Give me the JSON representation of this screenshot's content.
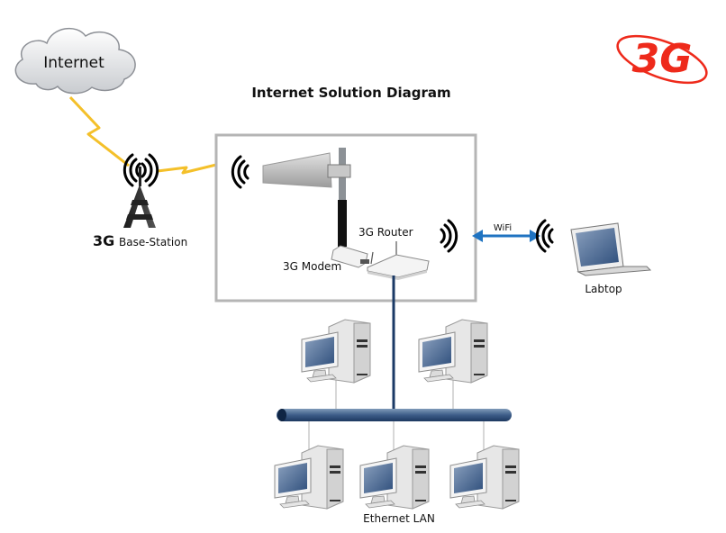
{
  "title": "Internet Solution Diagram",
  "logo": {
    "text": "3G",
    "color": "#ee2a1b"
  },
  "nodes": {
    "internet": {
      "label": "Internet",
      "icon": "cloud-icon"
    },
    "base_station": {
      "prefix": "3G",
      "label": "Base-Station",
      "icon": "cell-tower-icon"
    },
    "antenna": {
      "icon": "panel-antenna-icon"
    },
    "modem": {
      "label": "3G Modem",
      "icon": "usb-modem-icon"
    },
    "router": {
      "label": "3G Router",
      "icon": "router-icon"
    },
    "laptop": {
      "label": "Labtop",
      "icon": "laptop-icon"
    },
    "lan": {
      "label": "Ethernet LAN",
      "icon": "ethernet-bus-icon"
    }
  },
  "links": {
    "wifi": {
      "label": "WiFi",
      "color": "#1f73c1"
    },
    "wireless_color": "#f4c02a",
    "wired_color": "#1b3a66"
  },
  "lan_computers": {
    "top_row": 2,
    "bottom_row": 3
  }
}
